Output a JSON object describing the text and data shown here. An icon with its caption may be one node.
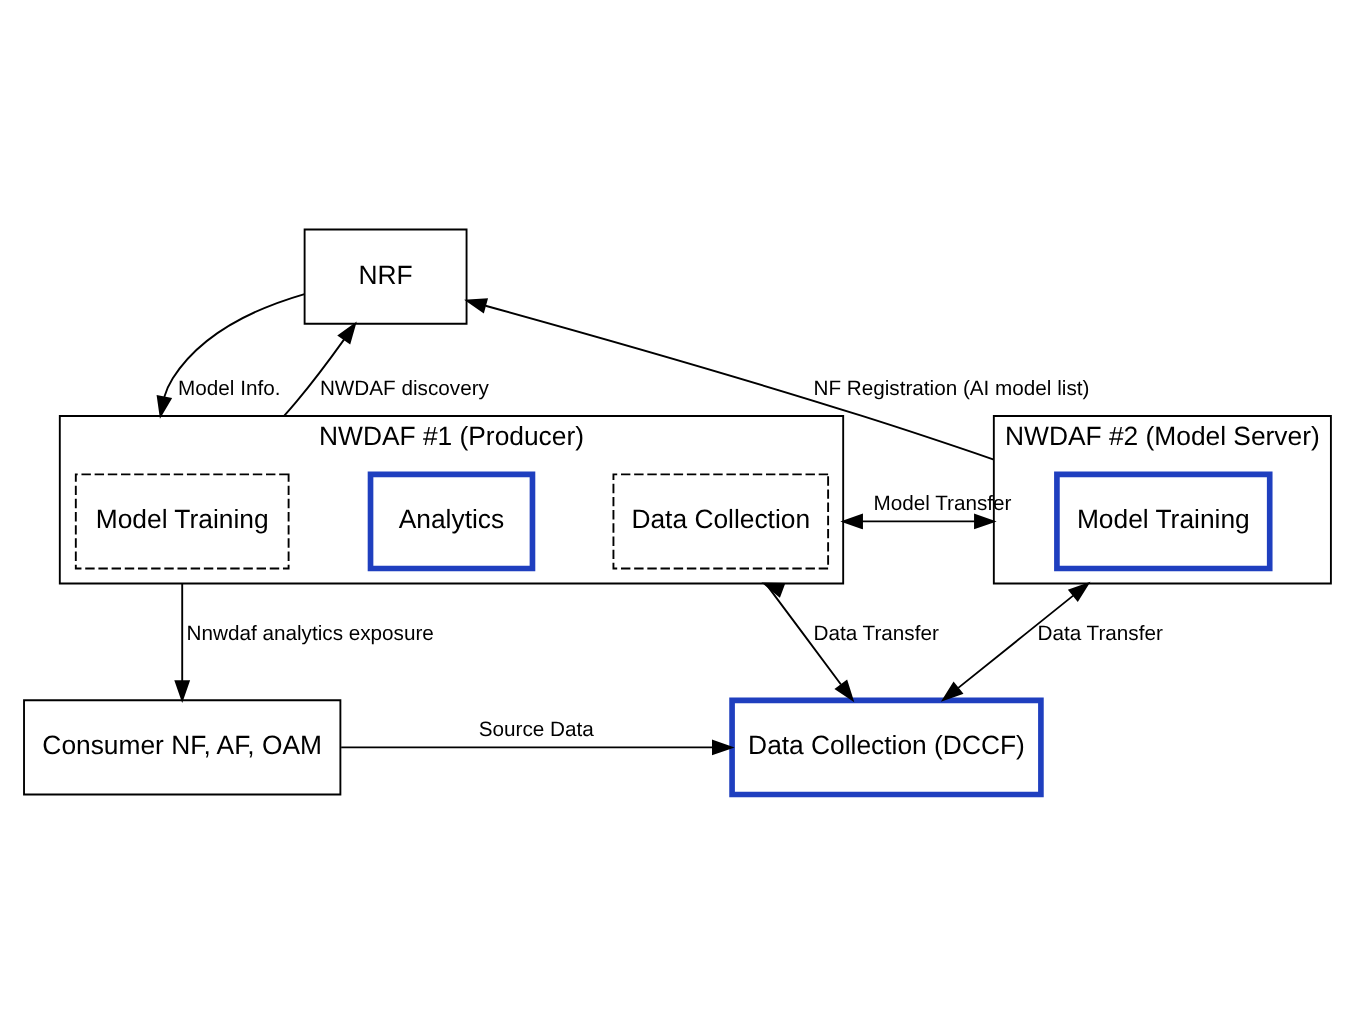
{
  "diagram": {
    "nodes": [
      {
        "text": [
          "NRF"
        ]
      },
      {
        "text": [
          "NWDAF #1 (Producer)"
        ]
      },
      {
        "text": [
          "Model Training"
        ],
        "in": 1
      },
      {
        "text": [
          "Analytics"
        ],
        "in": 1
      },
      {
        "text": [
          "Data Collection"
        ],
        "in": 1
      },
      {
        "text": [
          "NWDAF #2 (Model Server)"
        ]
      },
      {
        "text": [
          "Model Training"
        ],
        "in": 5
      },
      {
        "text": [
          "Consumer NF, AF, OAM"
        ]
      },
      {
        "text": [
          "Data Collection (DCCF)"
        ]
      }
    ],
    "edges": [
      {
        "from": 0,
        "to": 1,
        "arrow": "to",
        "label": "Model Info."
      },
      {
        "from": 1,
        "to": 0,
        "arrow": "to",
        "label": "NWDAF discovery"
      },
      {
        "from": 5,
        "to": 0,
        "arrow": "to",
        "label": "NF Registration (AI model list)"
      },
      {
        "from": 1,
        "to": 5,
        "arrow": "both",
        "label": "Model Transfer"
      },
      {
        "from": 1,
        "to": 7,
        "arrow": "to",
        "label": "Nnwdaf analytics exposure"
      },
      {
        "from": 1,
        "to": 8,
        "arrow": "both",
        "label": "Data Transfer"
      },
      {
        "from": 5,
        "to": 8,
        "arrow": "both",
        "label": "Data Transfer"
      },
      {
        "from": 7,
        "to": 8,
        "arrow": "to",
        "label": "Source Data"
      }
    ]
  }
}
